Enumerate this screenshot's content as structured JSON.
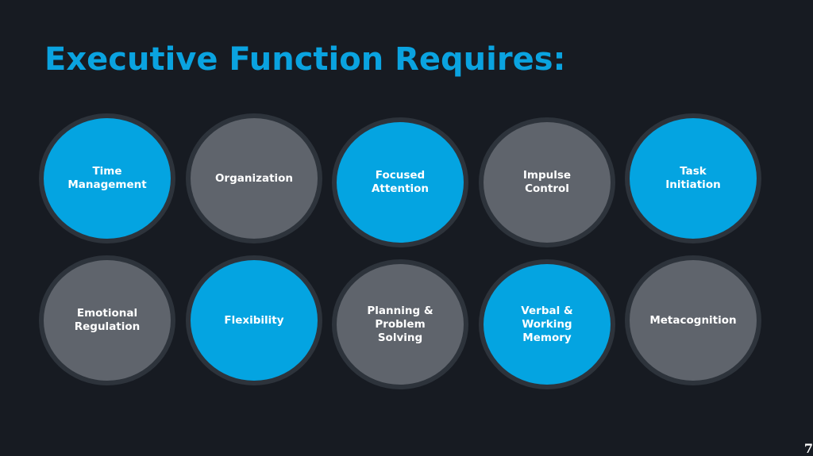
{
  "title": "Executive Function Requires:",
  "items": [
    {
      "label": "Time\nManagement",
      "color": "blue"
    },
    {
      "label": "Organization",
      "color": "gray"
    },
    {
      "label": "Focused\nAttention",
      "color": "blue"
    },
    {
      "label": "Impulse\nControl",
      "color": "gray"
    },
    {
      "label": "Task\nInitiation",
      "color": "blue"
    },
    {
      "label": "Emotional\nRegulation",
      "color": "gray"
    },
    {
      "label": "Flexibility",
      "color": "blue"
    },
    {
      "label": "Planning &\nProblem\nSolving",
      "color": "gray"
    },
    {
      "label": "Verbal &\nWorking\nMemory",
      "color": "blue"
    },
    {
      "label": "Metacognition",
      "color": "gray"
    }
  ],
  "colors": {
    "blue": "#04a4e1",
    "gray": "#5f646c",
    "background": "#171b22"
  },
  "page_number": "7"
}
